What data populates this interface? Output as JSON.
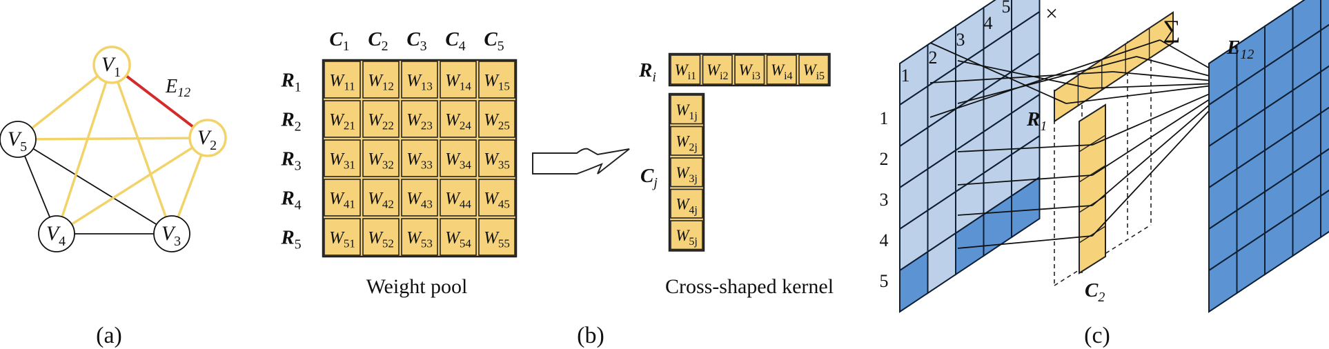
{
  "panel_a": {
    "label": "(a)",
    "nodes": [
      {
        "id": "v1",
        "name": "V",
        "sub": "1",
        "highlight": true
      },
      {
        "id": "v2",
        "name": "V",
        "sub": "2",
        "highlight": true
      },
      {
        "id": "v3",
        "name": "V",
        "sub": "3",
        "highlight": false
      },
      {
        "id": "v4",
        "name": "V",
        "sub": "4",
        "highlight": false
      },
      {
        "id": "v5",
        "name": "V",
        "sub": "5",
        "highlight": false
      }
    ],
    "edge_label": {
      "name": "E",
      "sub": "12"
    },
    "colors": {
      "red_edge": "#d42a2a",
      "yellow_edge": "#f2d36a",
      "black_edge": "#111111"
    }
  },
  "panel_b": {
    "label": "(b)",
    "col_heads": [
      {
        "name": "C",
        "sub": "1"
      },
      {
        "name": "C",
        "sub": "2"
      },
      {
        "name": "C",
        "sub": "3"
      },
      {
        "name": "C",
        "sub": "4"
      },
      {
        "name": "C",
        "sub": "5"
      }
    ],
    "row_heads": [
      {
        "name": "R",
        "sub": "1"
      },
      {
        "name": "R",
        "sub": "2"
      },
      {
        "name": "R",
        "sub": "3"
      },
      {
        "name": "R",
        "sub": "4"
      },
      {
        "name": "R",
        "sub": "5"
      }
    ],
    "matrix": [
      [
        "11",
        "12",
        "13",
        "14",
        "15"
      ],
      [
        "21",
        "22",
        "23",
        "24",
        "25"
      ],
      [
        "31",
        "32",
        "33",
        "34",
        "35"
      ],
      [
        "41",
        "42",
        "43",
        "44",
        "45"
      ],
      [
        "51",
        "52",
        "53",
        "54",
        "55"
      ]
    ],
    "cell_letter": "W",
    "pool_caption": "Weight pool",
    "kernel_caption": "Cross-shaped kernel",
    "row_kernel_label": {
      "name": "R",
      "sub": "i"
    },
    "col_kernel_label": {
      "name": "C",
      "sub": "j"
    },
    "row_kernel": [
      "i1",
      "i2",
      "i3",
      "i4",
      "i5"
    ],
    "col_kernel": [
      "1j",
      "2j",
      "3j",
      "4j",
      "5j"
    ],
    "colors": {
      "cell_fill": "#f6d37a",
      "cell_stroke": "#222222"
    }
  },
  "panel_c": {
    "label": "(c)",
    "top_numbers": [
      "1",
      "2",
      "3",
      "4",
      "5"
    ],
    "left_numbers": [
      "1",
      "2",
      "3",
      "4",
      "5"
    ],
    "times_symbol": "×",
    "sum_symbol": "∑",
    "row_label": {
      "name": "R",
      "sub": "1"
    },
    "col_label": {
      "name": "C",
      "sub": "2"
    },
    "out_label": {
      "name": "E",
      "sub": "12"
    },
    "colors": {
      "grid_blue": "#5b93d3",
      "grid_light": "#bcd0ea",
      "kernel_yellow": "#f6d37a",
      "out_red": "#e4261c"
    }
  }
}
